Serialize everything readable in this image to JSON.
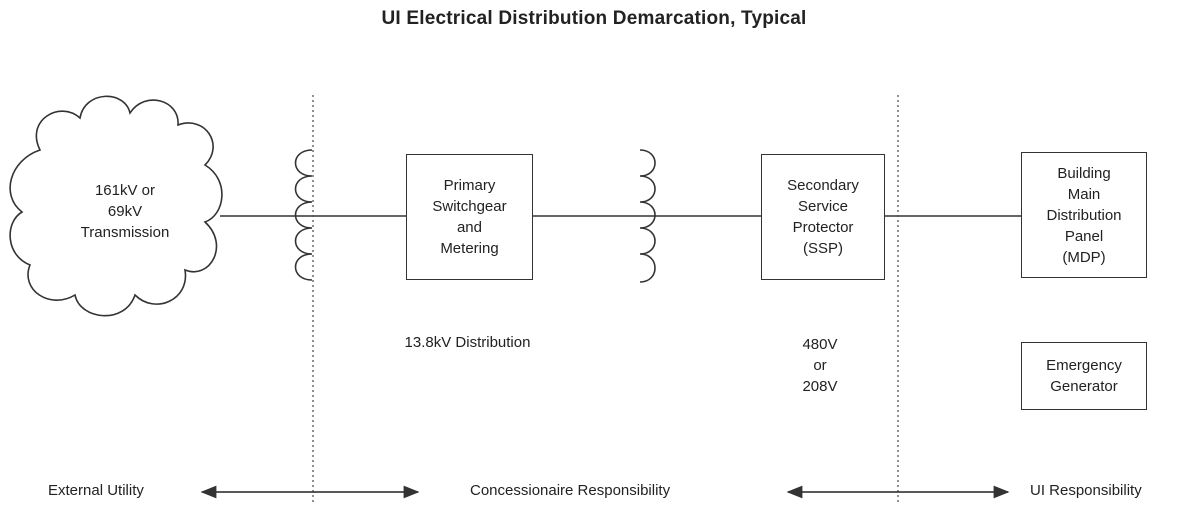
{
  "title": "UI Electrical Distribution  Demarcation, Typical",
  "nodes": {
    "transmission": "161kV or\n69kV\nTransmission",
    "primary_switchgear": "Primary\nSwitchgear\nand\nMetering",
    "ssp": "Secondary\nService\nProtector\n(SSP)",
    "mdp": "Building\nMain\nDistribution\nPanel\n(MDP)",
    "generator": "Emergency\nGenerator"
  },
  "labels": {
    "distribution": "13.8kV Distribution",
    "secondary_voltage": "480V\nor\n208V"
  },
  "zones": {
    "external": "External Utility",
    "concessionaire": "Concessionaire Responsibility",
    "ui": "UI Responsibility"
  },
  "colors": {
    "line": "#333333",
    "text": "#222222"
  }
}
